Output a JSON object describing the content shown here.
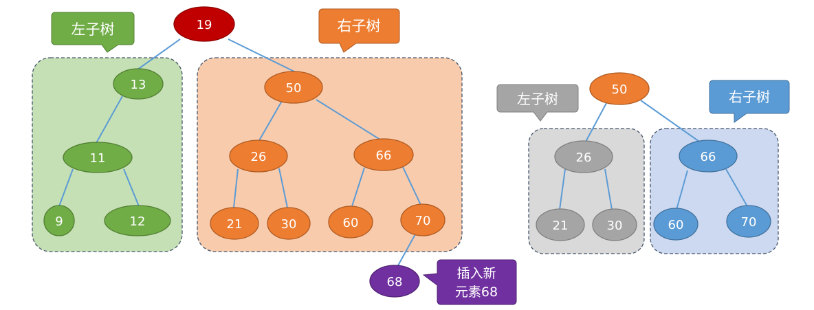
{
  "colors": {
    "edge": "#5b9bd5",
    "green_fill": "#70ad47",
    "green_bg": "#c5e0b4",
    "green_stroke": "#507e32",
    "orange_fill": "#ed7d31",
    "orange_bg": "#f8cbad",
    "orange_stroke": "#ae5a21",
    "red_fill": "#c00000",
    "purple_fill": "#7030a0",
    "gray_fill": "#a5a5a5",
    "gray_bg": "#d9d9d9",
    "gray_stroke": "#7f7f7f",
    "blue_fill": "#5b9bd5",
    "blue_bg": "#cdd9f0",
    "blue_stroke": "#41719c",
    "box_border": "#44546a",
    "text_light": "#ffffff"
  },
  "callouts": {
    "left_tree_main": "左子树",
    "right_tree_main": "右子树",
    "insert_line1": "插入新",
    "insert_line2": "元素68",
    "left_tree_sub": "左子树",
    "right_tree_sub": "右子树"
  },
  "main_tree": {
    "root": "19",
    "left": {
      "n13": "13",
      "n11": "11",
      "n9": "9",
      "n12": "12"
    },
    "right": {
      "n50": "50",
      "n26": "26",
      "n66": "66",
      "n21": "21",
      "n30": "30",
      "n60": "60",
      "n70": "70"
    },
    "inserted": "68"
  },
  "sub_tree": {
    "root": "50",
    "n26": "26",
    "n66": "66",
    "n21": "21",
    "n30": "30",
    "n60": "60",
    "n70": "70"
  }
}
